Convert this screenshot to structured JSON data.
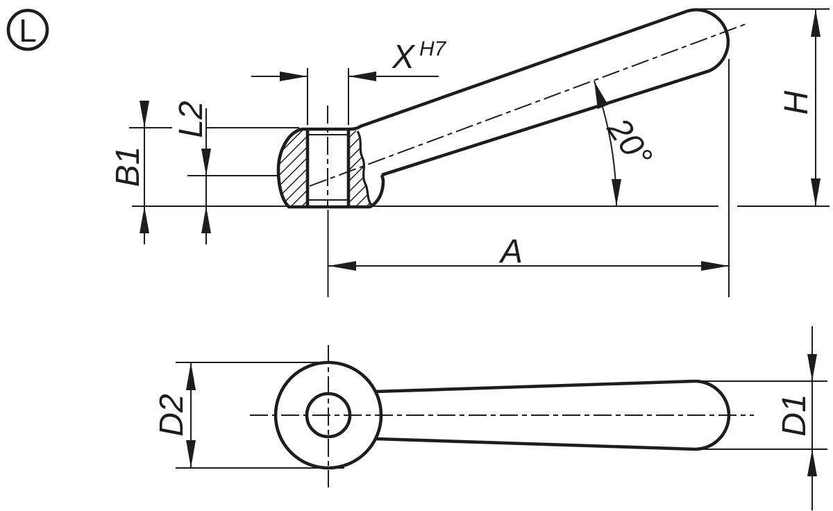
{
  "meta": {
    "description": "Two-view dimensioned technical drawing of a tension / clamping lever with ball-shaped hub, threaded bore and conical handle at 20 degrees"
  },
  "colors": {
    "line": "#1d1d1b",
    "background": "#ffffff"
  },
  "view_marker": {
    "label": "L"
  },
  "top_view": {
    "dim_B1": "B1",
    "dim_L2": "L2",
    "dim_X": "X",
    "dim_X_tolerance": "H7",
    "dim_A": "A",
    "dim_H": "H",
    "dim_angle": "20°"
  },
  "bottom_view": {
    "dim_D2": "D2",
    "dim_D1": "D1"
  }
}
